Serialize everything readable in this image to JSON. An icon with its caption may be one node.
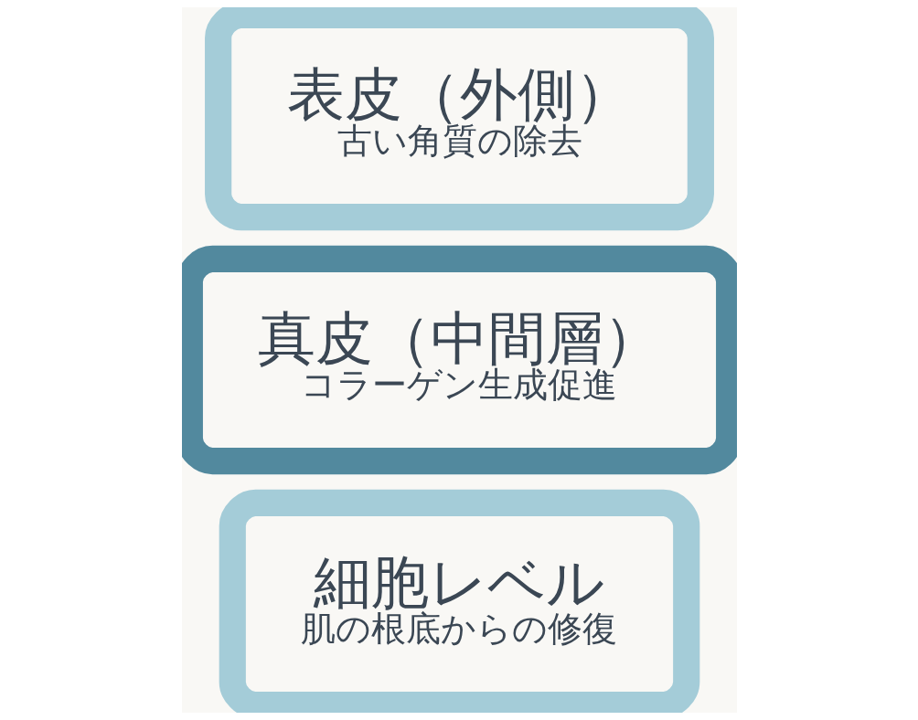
{
  "diagram": {
    "nodes": [
      {
        "text": [
          "細胞レベル",
          "肌の根底からの修復"
        ]
      },
      {
        "text": [
          "表皮（外側）",
          "古い角質の除去"
        ]
      },
      {
        "text": [
          "真皮（中間層）",
          "コラーゲン生成促進"
        ]
      }
    ]
  }
}
